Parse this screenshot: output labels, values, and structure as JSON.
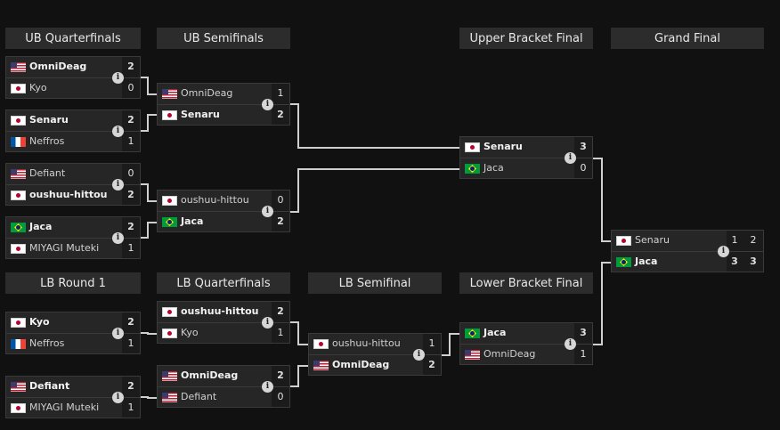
{
  "headers": {
    "ubqf": "UB Quarterfinals",
    "ubsf": "UB Semifinals",
    "ubf": "Upper Bracket Final",
    "gf": "Grand Final",
    "lbr1": "LB Round 1",
    "lbqf": "LB Quarterfinals",
    "lbsf": "LB Semifinal",
    "lbf": "Lower Bracket Final"
  },
  "matches": {
    "ubqf1": {
      "p1": {
        "name": "OmniDeag",
        "flag": "us",
        "score": "2"
      },
      "p2": {
        "name": "Kyo",
        "flag": "jp",
        "score": "0"
      }
    },
    "ubqf2": {
      "p1": {
        "name": "Senaru",
        "flag": "jp",
        "score": "2"
      },
      "p2": {
        "name": "Neffros",
        "flag": "fr",
        "score": "1"
      }
    },
    "ubqf3": {
      "p1": {
        "name": "Defiant",
        "flag": "us",
        "score": "0"
      },
      "p2": {
        "name": "oushuu-hittou",
        "flag": "jp",
        "score": "2"
      }
    },
    "ubqf4": {
      "p1": {
        "name": "Jaca",
        "flag": "br",
        "score": "2"
      },
      "p2": {
        "name": "MIYAGI Muteki",
        "flag": "jp",
        "score": "1"
      }
    },
    "ubsf1": {
      "p1": {
        "name": "OmniDeag",
        "flag": "us",
        "score": "1"
      },
      "p2": {
        "name": "Senaru",
        "flag": "jp",
        "score": "2"
      }
    },
    "ubsf2": {
      "p1": {
        "name": "oushuu-hittou",
        "flag": "jp",
        "score": "0"
      },
      "p2": {
        "name": "Jaca",
        "flag": "br",
        "score": "2"
      }
    },
    "ubf": {
      "p1": {
        "name": "Senaru",
        "flag": "jp",
        "score": "3"
      },
      "p2": {
        "name": "Jaca",
        "flag": "br",
        "score": "0"
      }
    },
    "gf": {
      "p1": {
        "name": "Senaru",
        "flag": "jp",
        "score": "1",
        "score2": "2"
      },
      "p2": {
        "name": "Jaca",
        "flag": "br",
        "score": "3",
        "score2": "3"
      }
    },
    "lbr1a": {
      "p1": {
        "name": "Kyo",
        "flag": "jp",
        "score": "2"
      },
      "p2": {
        "name": "Neffros",
        "flag": "fr",
        "score": "1"
      }
    },
    "lbr1b": {
      "p1": {
        "name": "Defiant",
        "flag": "us",
        "score": "2"
      },
      "p2": {
        "name": "MIYAGI Muteki",
        "flag": "jp",
        "score": "1"
      }
    },
    "lbqf1": {
      "p1": {
        "name": "oushuu-hittou",
        "flag": "jp",
        "score": "2"
      },
      "p2": {
        "name": "Kyo",
        "flag": "jp",
        "score": "1"
      }
    },
    "lbqf2": {
      "p1": {
        "name": "OmniDeag",
        "flag": "us",
        "score": "2"
      },
      "p2": {
        "name": "Defiant",
        "flag": "us",
        "score": "0"
      }
    },
    "lbsf": {
      "p1": {
        "name": "oushuu-hittou",
        "flag": "jp",
        "score": "1"
      },
      "p2": {
        "name": "OmniDeag",
        "flag": "us",
        "score": "2"
      }
    },
    "lbf": {
      "p1": {
        "name": "Jaca",
        "flag": "br",
        "score": "3"
      },
      "p2": {
        "name": "OmniDeag",
        "flag": "us",
        "score": "1"
      }
    }
  },
  "info_glyph": "i",
  "colors": {
    "background": "#111111",
    "header": "#2c2c2c",
    "card": "#262626",
    "connector": "#cfcfcf"
  }
}
